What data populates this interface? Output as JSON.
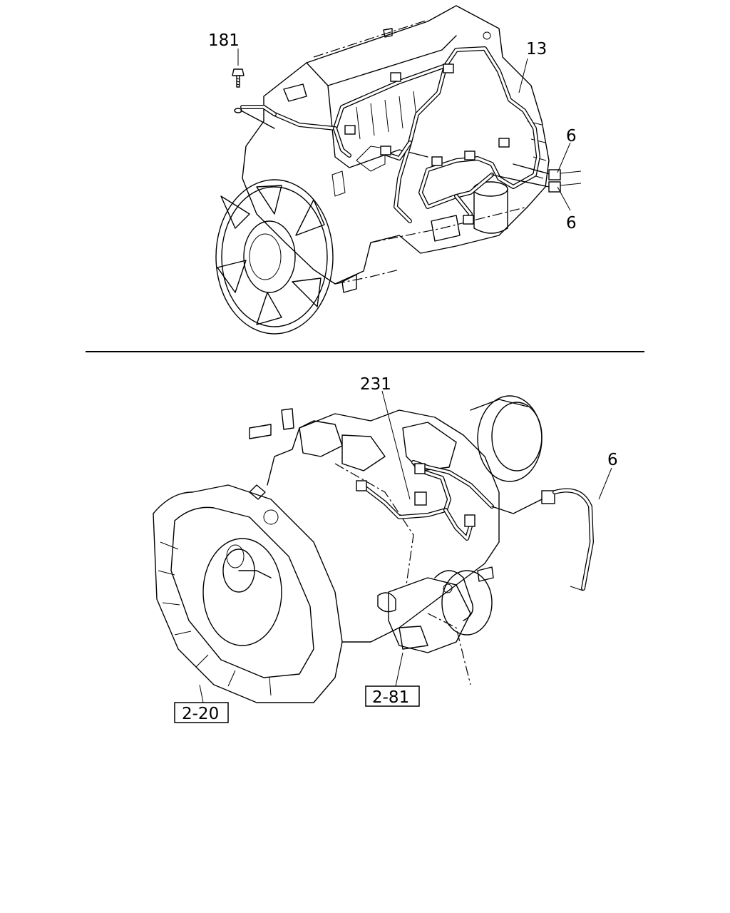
{
  "callouts": {
    "bolt": "181",
    "engine_harness": "13",
    "connector_upper": "6",
    "connector_lower": "6",
    "transmission_harness": "231",
    "transmission_connector": "6"
  },
  "references": {
    "clutch_housing": "2-20",
    "transmission_unit": "2-81"
  }
}
